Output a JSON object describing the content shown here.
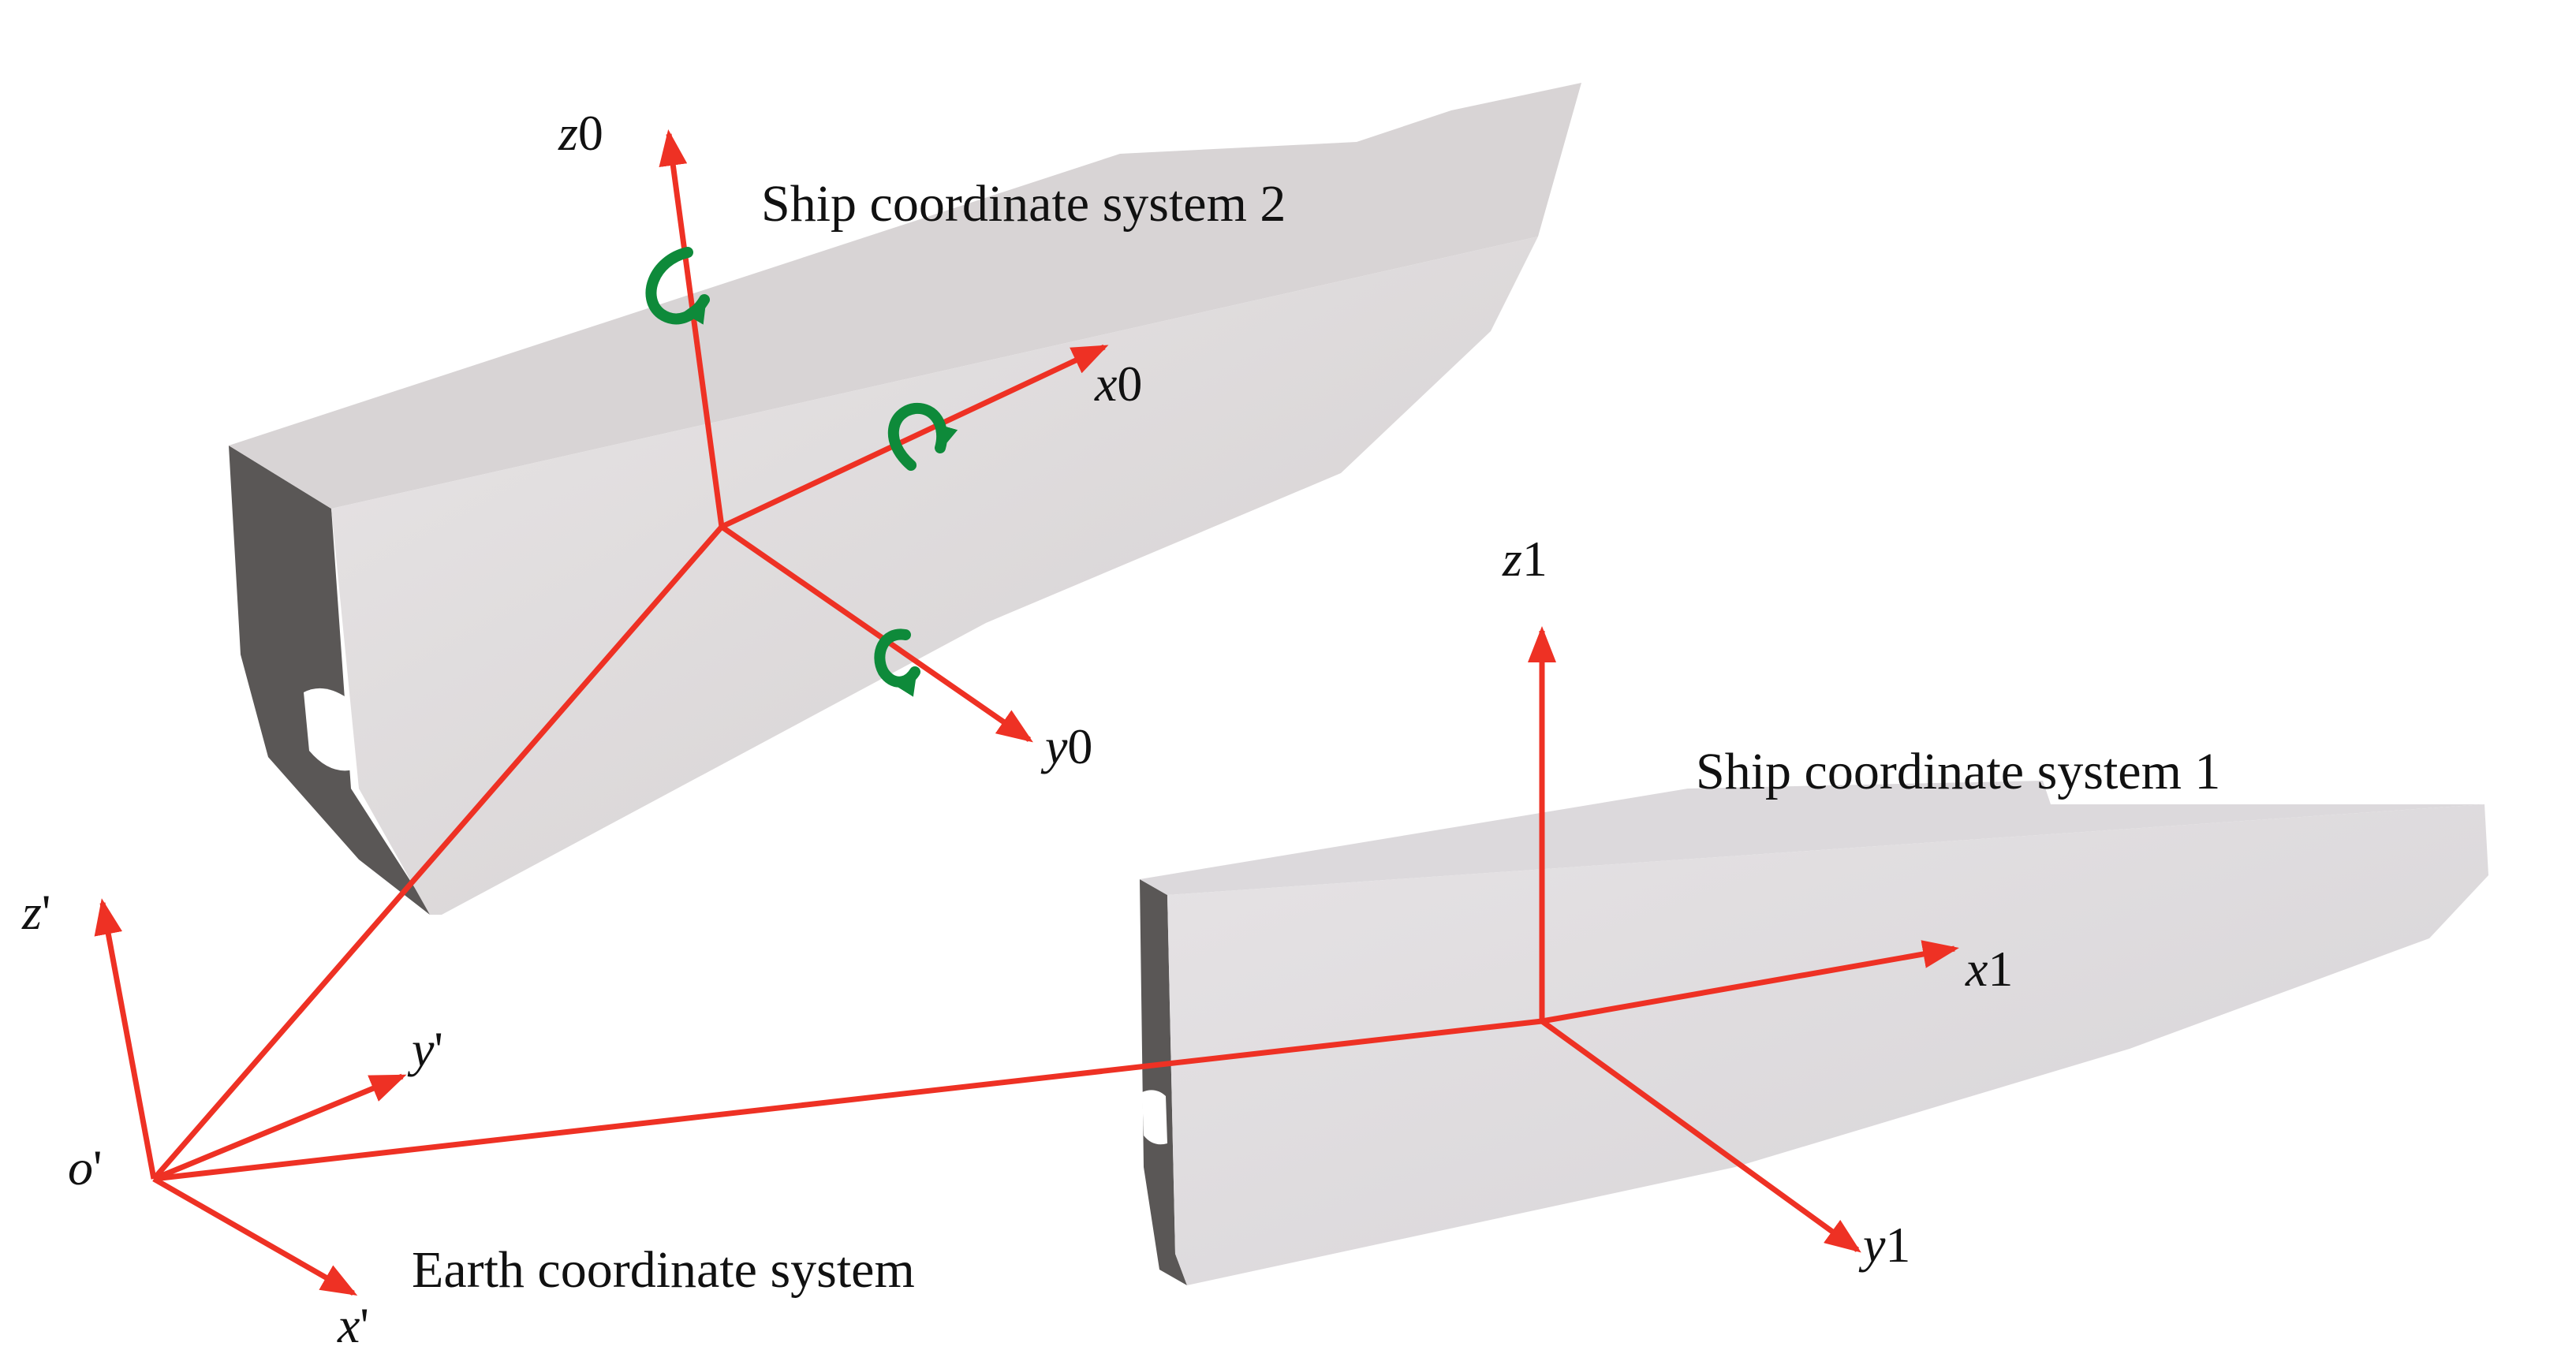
{
  "labels": {
    "ship2_title": "Ship coordinate system 2",
    "ship1_title": "Ship coordinate system 1",
    "earth_title": "Earth coordinate system"
  },
  "axes": {
    "ship2": {
      "z_letter": "z",
      "z_index": "0",
      "x_letter": "x",
      "x_index": "0",
      "y_letter": "y",
      "y_index": "0"
    },
    "ship1": {
      "z_letter": "z",
      "z_index": "1",
      "x_letter": "x",
      "x_index": "1",
      "y_letter": "y",
      "y_index": "1"
    },
    "earth": {
      "z_letter": "z",
      "z_prime": "'",
      "y_letter": "y",
      "y_prime": "'",
      "x_letter": "x",
      "x_prime": "'",
      "o_letter": "o",
      "o_prime": "'"
    }
  },
  "colors": {
    "axis": "#ee3124",
    "rotation": "#0e8a3a",
    "hull_top": "#d9d6d6",
    "hull_side": "#e4e1e3",
    "hull_transom": "#5a5756"
  },
  "rotation_icons": [
    "yaw-rotation-icon",
    "roll-rotation-icon",
    "pitch-rotation-icon"
  ]
}
